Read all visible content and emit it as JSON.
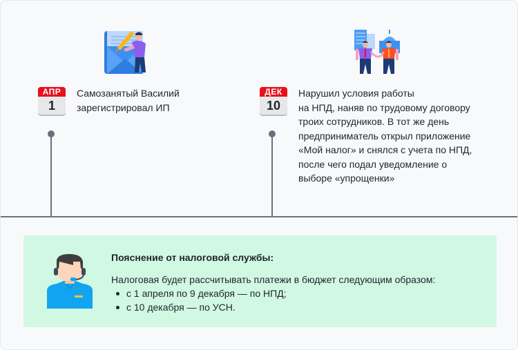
{
  "timeline": {
    "events": [
      {
        "month": "АПР",
        "day": "1",
        "text_lines": [
          "Самозанятый Василий",
          "зарегистрировал ИП"
        ]
      },
      {
        "month": "ДЕК",
        "day": "10",
        "text_lines": [
          "Нарушил условия работы",
          "на НПД, наняв по трудовому договору",
          "троих сотрудников. В тот же день",
          "предприниматель открыл приложение",
          "«Мой налог» и снялся с учета по НПД,",
          "после чего подал уведомление о",
          "выборе «упрощенки»"
        ]
      }
    ]
  },
  "note": {
    "title": "Пояснение от налоговой службы:",
    "intro": "Налоговая будет рассчитывать платежи в бюджет следующим образом:",
    "items": [
      "с 1 апреля по 9 декабря — по НПД;",
      "с 10 декабря — по УСН."
    ]
  },
  "colors": {
    "calendar_red": "#e8101a",
    "timeline_gray": "#69707d",
    "note_bg": "#d0f8e3"
  }
}
